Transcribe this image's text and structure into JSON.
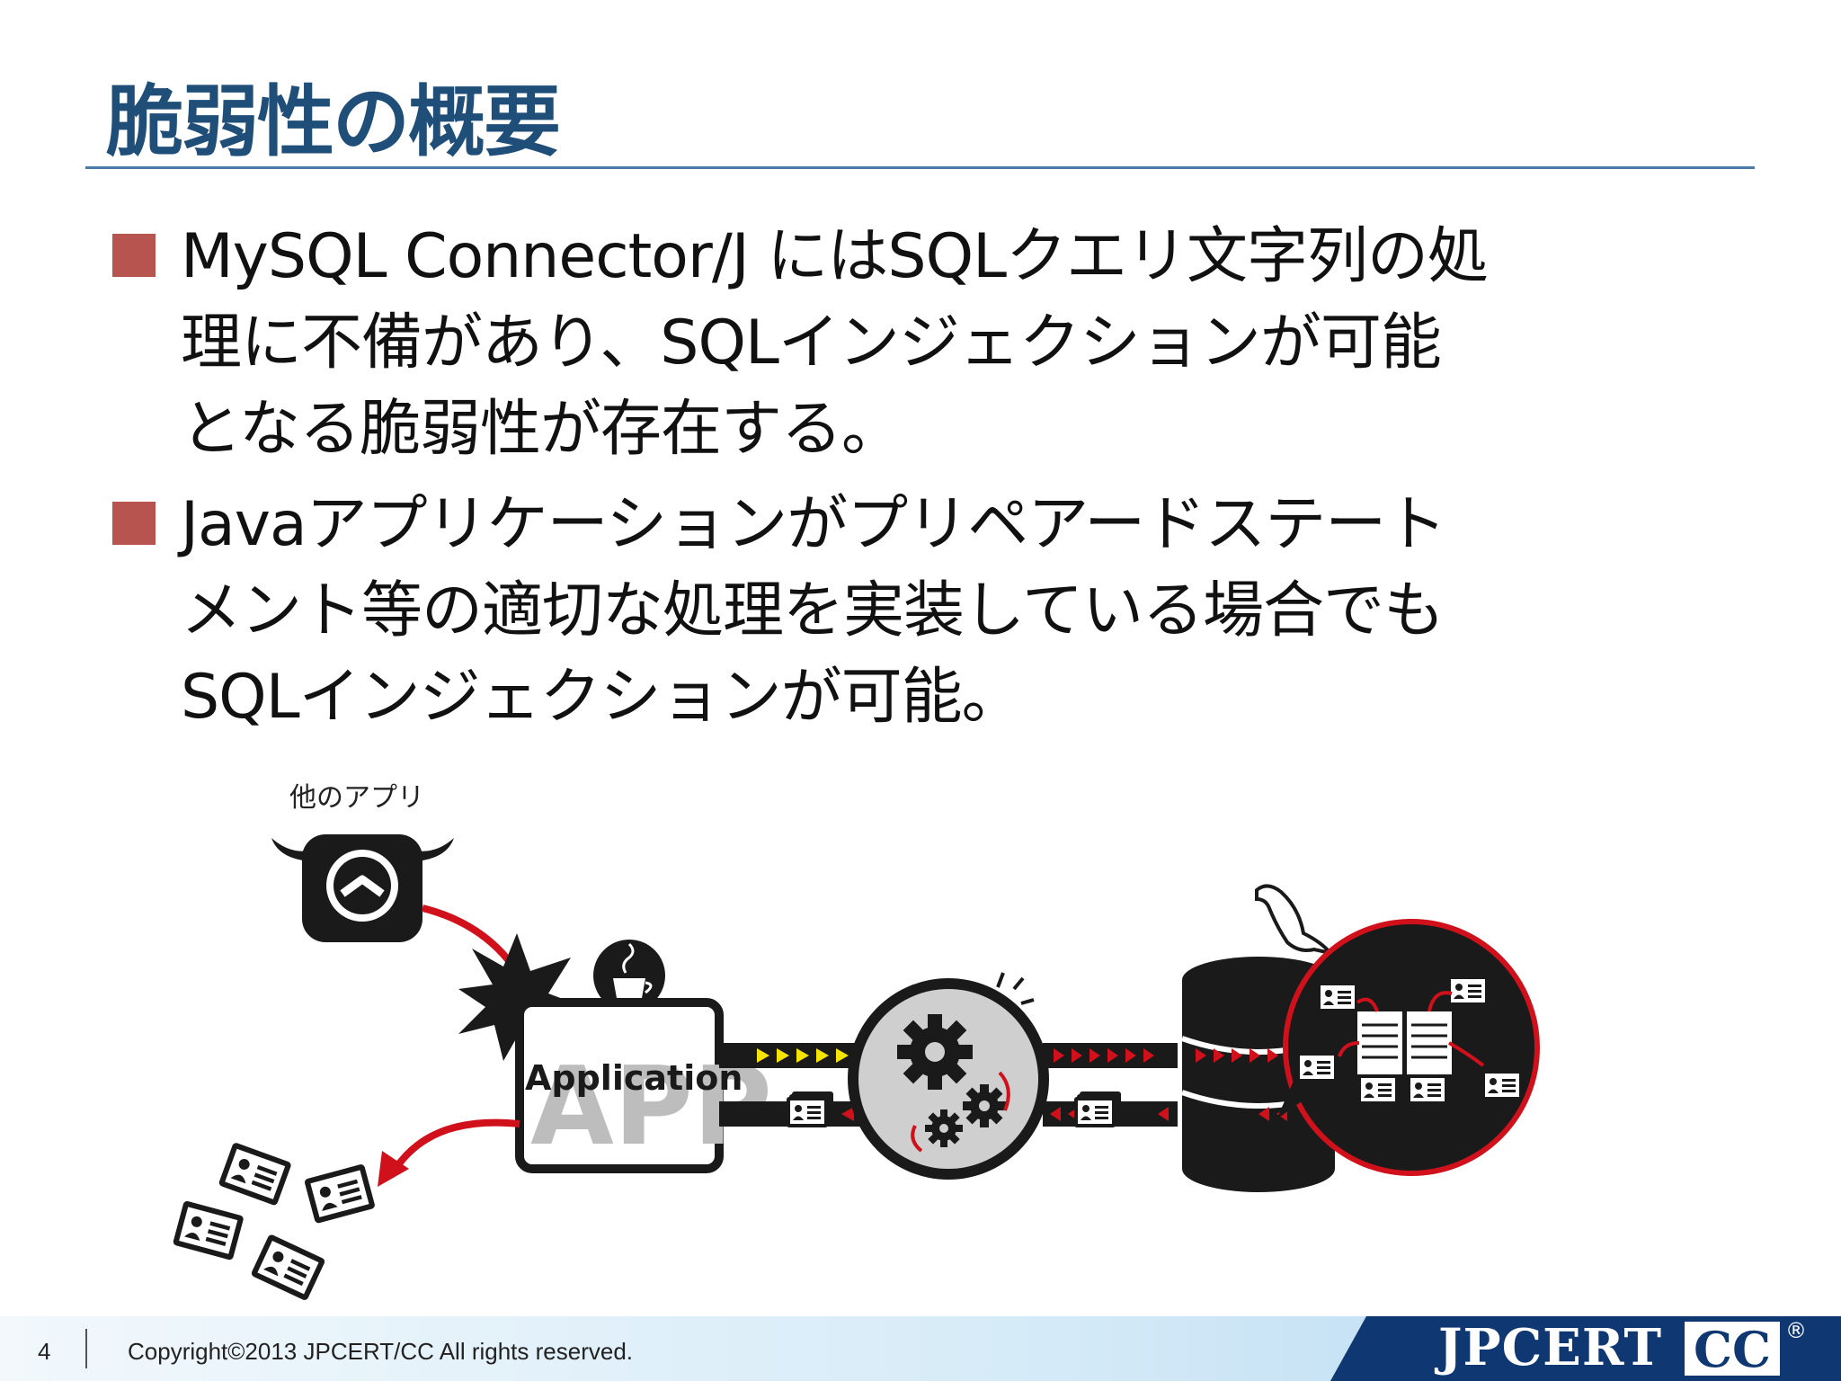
{
  "slide": {
    "title": "脆弱性の概要",
    "bullets": [
      {
        "lines": [
          "MySQL Connector/J にはSQLクエリ文字列の処",
          "理に不備があり、SQLインジェクションが可能",
          "となる脆弱性が存在する。"
        ]
      },
      {
        "lines": [
          "Javaアプリケーションがプリペアードステート",
          "メント等の適切な処理を実装している場合でも",
          "SQLインジェクションが可能。"
        ]
      }
    ]
  },
  "diagram": {
    "other_app_label": "他のアプリ",
    "app_big_text": "APP",
    "app_label": "Application",
    "icons": [
      "other-app-icon",
      "java-cup-icon",
      "gears-icon",
      "database-icon",
      "mysql-dolphin-icon",
      "id-card-icon"
    ],
    "colors": {
      "accent_red": "#d0111b",
      "dark": "#1a1a1a",
      "yellow": "#f5e400"
    }
  },
  "footer": {
    "page_number": "4",
    "copyright": "Copyright©2013 JPCERT/CC All rights reserved.",
    "logo_main": "JPCERT",
    "logo_cc": "CC",
    "logo_reg": "®"
  },
  "colors": {
    "title": "#1f4e79",
    "bullet": "#b85450",
    "logo_bg": "#0f3873"
  }
}
